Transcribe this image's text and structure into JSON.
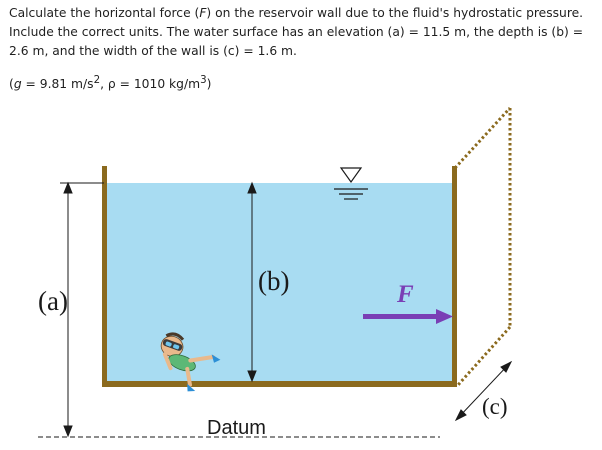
{
  "question": {
    "part1": "Calculate the horizontal force (",
    "force_symbol": "F",
    "part2": ") on the reservoir wall due to the fluid's hydrostatic pressure. Include the correct units. The water surface has an elevation (a) = 11.5 m, the depth is (b) = 2.6 m, and the width of the wall is (c) = 1.6 m.",
    "g_symbol": "g",
    "g_text": " = 9.81 m/s",
    "g_exp": "2",
    "rho_text": ", ρ = 1010 kg/m",
    "rho_exp": "3",
    "close": ")",
    "open": "("
  },
  "diagram": {
    "label_a": "(a)",
    "label_b": "(b)",
    "label_c": "(c)",
    "label_f": "F",
    "label_datum": "Datum",
    "colors": {
      "water": "#a8dcf2",
      "wall": "#8b6a1e",
      "arrow": "#7a3fb5",
      "line": "#1a1a1a"
    },
    "icons": [
      "water-surface-icon",
      "swimmer-icon"
    ]
  }
}
